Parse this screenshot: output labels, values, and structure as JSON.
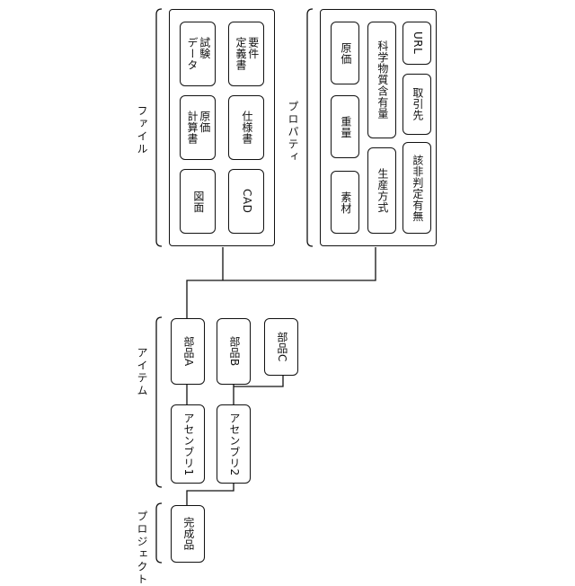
{
  "sections": {
    "project": "プロジェクト",
    "item": "アイテム",
    "file": "ファイル",
    "property": "プロパティ"
  },
  "project": {
    "product": "完成品"
  },
  "items": {
    "assembly1": "アセンブリ1",
    "assembly2": "アセンブリ2",
    "partA": "部品A",
    "partB": "部品B",
    "partC": "部品C"
  },
  "files": {
    "drawing": "図面",
    "cad": "CAD",
    "cost_calc": "原価\n計算書",
    "spec": "仕様書",
    "test_data": "試験\nデータ",
    "requirements": "要件\n定義書"
  },
  "properties": {
    "material": "素材",
    "weight": "重量",
    "cost": "原価",
    "production_method": "生産方式",
    "chemical_content": "科学物質含有量",
    "compliance": "該非判定有無",
    "supplier": "取引先",
    "url": "URL"
  }
}
